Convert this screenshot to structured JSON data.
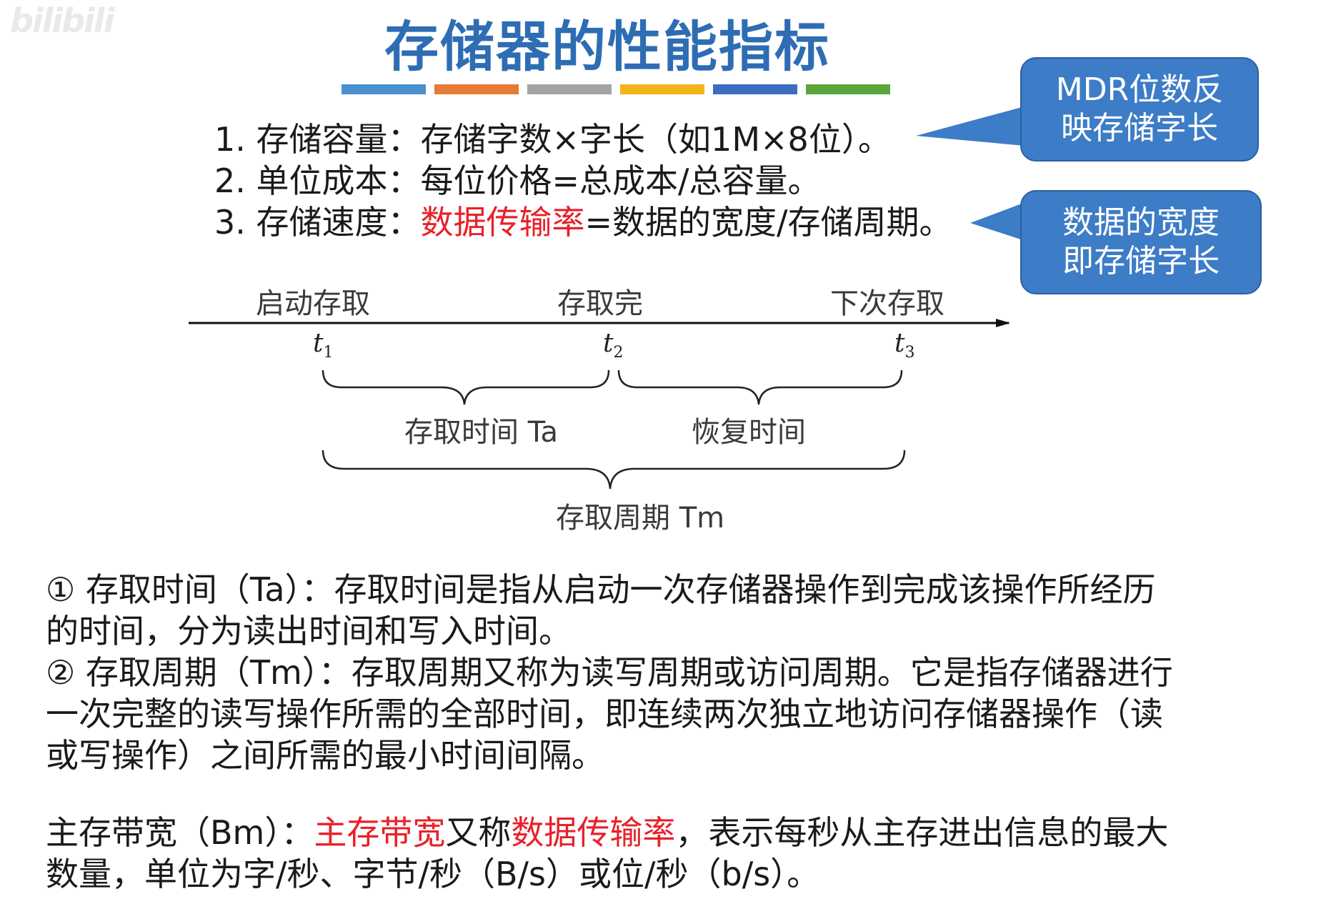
{
  "watermark": "bilibili",
  "title": "存储器的性能指标",
  "colors": [
    "#4a8fd0",
    "#e77b35",
    "#a3a3a3",
    "#f4b41a",
    "#3b6cc0",
    "#5aa63a"
  ],
  "items": [
    {
      "text": "1. 存储容量：存储字数×字长（如1M×8位）。"
    },
    {
      "text": "2. 单位成本：每位价格=总成本/总容量。"
    },
    {
      "prefix": "3. 存储速度：",
      "highlight": "数据传输率",
      "rest": "=数据的宽度/存储周期。"
    }
  ],
  "callouts": {
    "mdr": {
      "line1": "MDR位数反",
      "line2": "映存储字长"
    },
    "width": {
      "line1": "数据的宽度",
      "line2": "即存储字长"
    }
  },
  "diagram": {
    "labels": {
      "start": "启动存取",
      "done": "存取完",
      "next": "下次存取"
    },
    "t1": {
      "base": "t",
      "sub": "1"
    },
    "t2": {
      "base": "t",
      "sub": "2"
    },
    "t3": {
      "base": "t",
      "sub": "3"
    },
    "access_time": "存取时间 Ta",
    "recovery_time": "恢复时间",
    "cycle_time": "存取周期 Tm"
  },
  "para1": {
    "line1": "① 存取时间（Ta）：存取时间是指从启动一次存储器操作到完成该操作所经历",
    "line2": "的时间，分为读出时间和写入时间。"
  },
  "para2": {
    "line1": "② 存取周期（Tm）：存取周期又称为读写周期或访问周期。它是指存储器进行",
    "line2": "一次完整的读写操作所需的全部时间，即连续两次独立地访问存储器操作（读",
    "line3": "或写操作）之间所需的最小时间间隔。"
  },
  "para3": {
    "prefix": "主存带宽（Bm）：",
    "hl1": "主存带宽",
    "mid": "又称",
    "hl2": "数据传输率",
    "rest": "，表示每秒从主存进出信息的最大",
    "line2": "数量，单位为字/秒、字节/秒（B/s）或位/秒（b/s）。"
  }
}
